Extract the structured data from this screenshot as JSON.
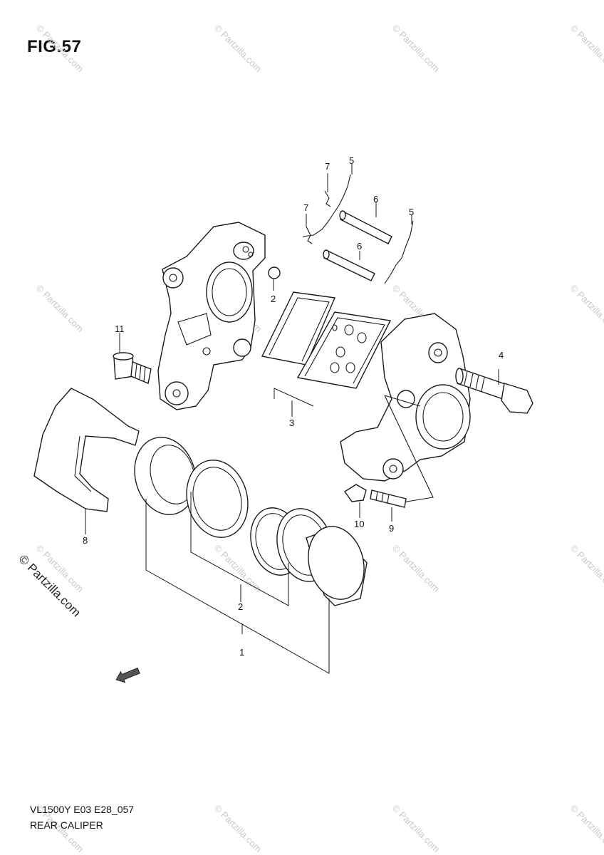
{
  "figure": {
    "title": "FIG.57"
  },
  "footer": {
    "model_code": "VL1500Y E03 E28_057",
    "section_name": "REAR CALIPER"
  },
  "watermark": {
    "large_text": "© Partzilla.com",
    "small_text": "© Partzilla.com"
  },
  "callouts": [
    {
      "id": "c1",
      "label": "1"
    },
    {
      "id": "c2a",
      "label": "2"
    },
    {
      "id": "c2b",
      "label": "2"
    },
    {
      "id": "c3",
      "label": "3"
    },
    {
      "id": "c4",
      "label": "4"
    },
    {
      "id": "c5a",
      "label": "5"
    },
    {
      "id": "c5b",
      "label": "5"
    },
    {
      "id": "c6a",
      "label": "6"
    },
    {
      "id": "c6b",
      "label": "6"
    },
    {
      "id": "c7a",
      "label": "7"
    },
    {
      "id": "c7b",
      "label": "7"
    },
    {
      "id": "c8",
      "label": "8"
    },
    {
      "id": "c9",
      "label": "9"
    },
    {
      "id": "c10",
      "label": "10"
    },
    {
      "id": "c11",
      "label": "11"
    }
  ],
  "icons": {
    "direction_arrow": "fwd-arrow-icon"
  }
}
